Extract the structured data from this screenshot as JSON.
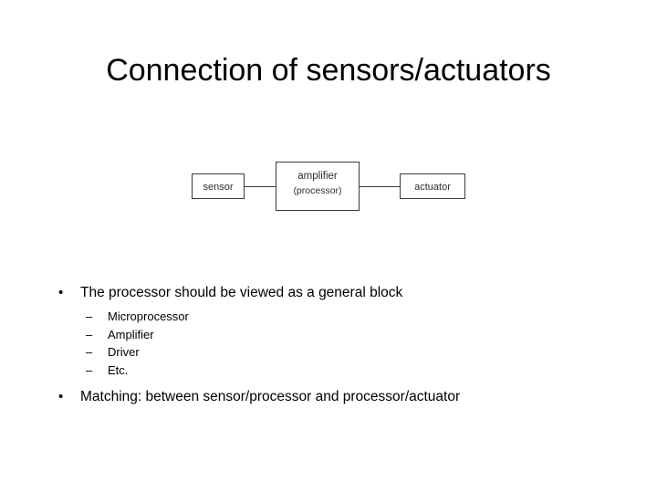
{
  "slide": {
    "title": "Connection of sensors/actuators",
    "diagram": {
      "blocks": [
        {
          "id": "sensor",
          "label": "sensor"
        },
        {
          "id": "amplifier",
          "label_line1": "amplifier",
          "label_line2": "(processor)"
        },
        {
          "id": "actuator",
          "label": "actuator"
        }
      ],
      "connectors": [
        {
          "from": "sensor",
          "to": "amplifier"
        },
        {
          "from": "amplifier",
          "to": "actuator"
        }
      ]
    },
    "bullets": [
      {
        "marker": "•",
        "text": "The processor should be viewed as a general block",
        "sub": [
          {
            "marker": "–",
            "text": "Microprocessor"
          },
          {
            "marker": "–",
            "text": "Amplifier"
          },
          {
            "marker": "–",
            "text": "Driver"
          },
          {
            "marker": "–",
            "text": "Etc."
          }
        ]
      },
      {
        "marker": "•",
        "text": "Matching: between sensor/processor and processor/actuator",
        "sub": []
      }
    ]
  }
}
